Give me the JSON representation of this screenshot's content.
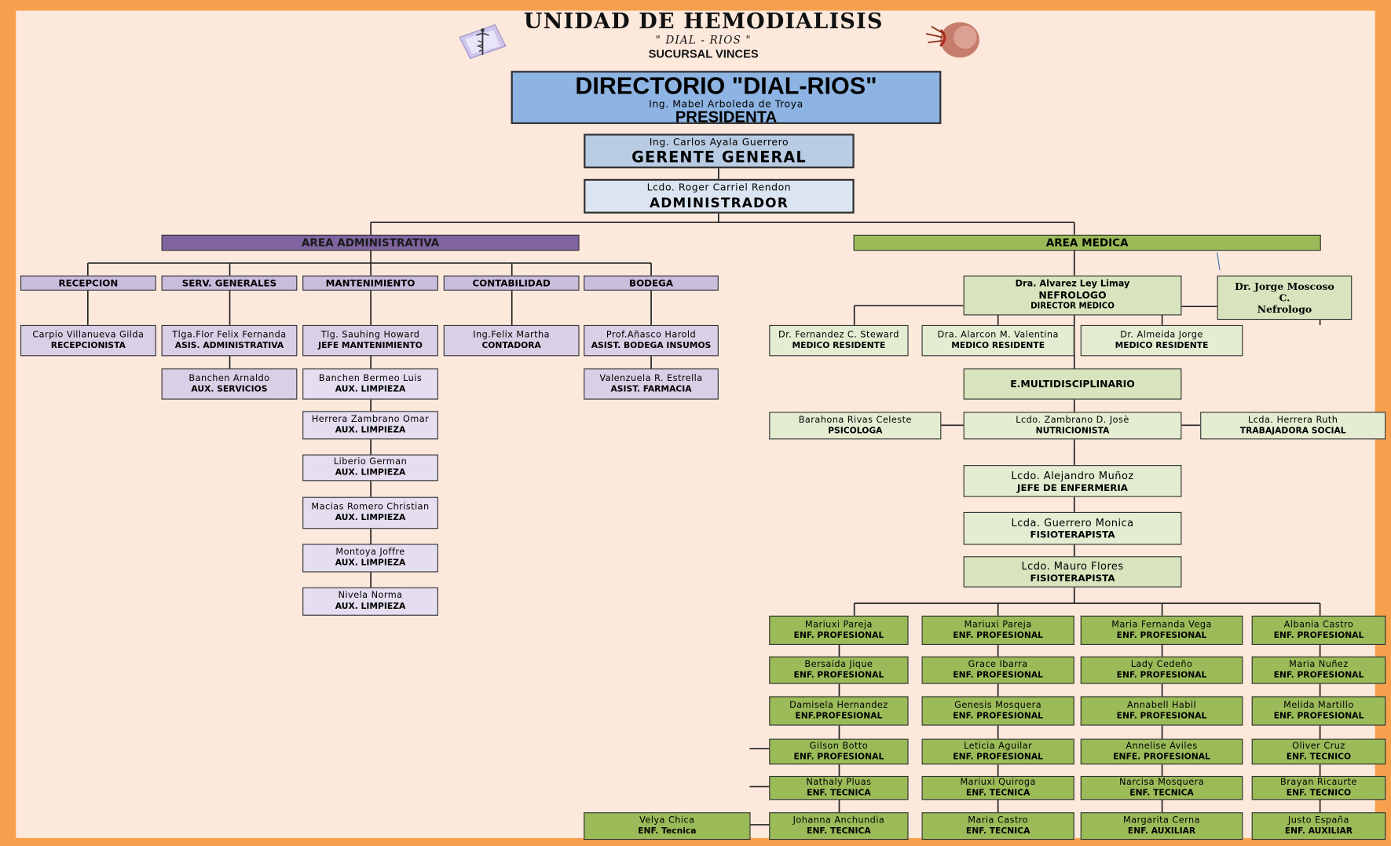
{
  "header": {
    "title": "UNIDAD DE HEMODIALISIS",
    "subtitle": "\" DIAL - RIOS \"",
    "branch": "SUCURSAL VINCES"
  },
  "directorio": {
    "title": "DIRECTORIO \"DIAL-RIOS\"",
    "name": "Ing. Mabel Arboleda de Troya",
    "role": "PRESIDENTA"
  },
  "gerente": {
    "name": "Ing. Carlos Ayala Guerrero",
    "role": "GERENTE GENERAL"
  },
  "administrador": {
    "name": "Lcdo. Roger Carriel Rendon",
    "role": "ADMINISTRADOR"
  },
  "area_admin": {
    "title": "AREA ADMINISTRATIVA",
    "departments": [
      "RECEPCION",
      "SERV. GENERALES",
      "MANTENIMIENTO",
      "CONTABILIDAD",
      "BODEGA"
    ],
    "staff": [
      {
        "name": "Carpio Villanueva Gilda",
        "role": "RECEPCIONISTA"
      },
      {
        "name": "Tlga.Flor Felix Fernanda",
        "role": "ASIS. ADMINISTRATIVA"
      },
      {
        "name": "Tlg. Sauhing Howard",
        "role": "JEFE MANTENIMIENTO"
      },
      {
        "name": "Ing.Felix Martha",
        "role": "CONTADORA"
      },
      {
        "name": "Prof.Añasco Harold",
        "role": "ASIST. BODEGA INSUMOS"
      },
      {
        "name": "Banchen Arnaldo",
        "role": "AUX. SERVICIOS"
      },
      {
        "name": "Banchen Bermeo Luis",
        "role": "AUX. LIMPIEZA"
      },
      {
        "name": "Valenzuela R. Estrella",
        "role": "ASIST. FARMACIA"
      },
      {
        "name": "Herrera Zambrano  Omar",
        "role": "AUX. LIMPIEZA"
      },
      {
        "name": "Liberio German",
        "role": "AUX. LIMPIEZA"
      },
      {
        "name": "Macias Romero Christian",
        "role": "AUX. LIMPIEZA"
      },
      {
        "name": "Montoya Joffre",
        "role": "AUX. LIMPIEZA"
      },
      {
        "name": "Nivela Norma",
        "role": "AUX. LIMPIEZA"
      }
    ]
  },
  "area_medica": {
    "title": "AREA MEDICA",
    "director": {
      "name": "Dra. Alvarez Ley Limay",
      "role": "NEFROLOGO",
      "role2": "DIRECTOR MEDICO"
    },
    "moscoso": {
      "l1": "Dr. Jorge Moscoso",
      "l2": "C.",
      "l3": "Nefrologo"
    },
    "residents": [
      {
        "name": "Dr. Fernandez C. Steward",
        "role": "MEDICO RESIDENTE"
      },
      {
        "name": "Dra. Alarcon M. Valentina",
        "role": "MEDICO RESIDENTE"
      },
      {
        "name": "Dr. Almeida Jorge",
        "role": "MEDICO RESIDENTE"
      }
    ],
    "multi": "E.MULTIDISCIPLINARIO",
    "specialists": [
      {
        "name": "Barahona Rivas Celeste",
        "role": "PSICOLOGA"
      },
      {
        "name": "Lcdo. Zambrano D. Josè",
        "role": "NUTRICIONISTA"
      },
      {
        "name": "Lcda.  Herrera Ruth",
        "role": "TRABAJADORA SOCIAL"
      }
    ],
    "chain": [
      {
        "name": "Lcdo. Alejandro Muñoz",
        "role": "JEFE DE ENFERMERIA"
      },
      {
        "name": "Lcda. Guerrero Monica",
        "role": "FISIOTERAPISTA"
      },
      {
        "name": "Lcdo. Mauro Flores",
        "role": "FISIOTERAPISTA"
      }
    ],
    "nurses": [
      [
        {
          "name": "Mariuxi Pareja",
          "role": "ENF. PROFESIONAL"
        },
        {
          "name": "Bersaida Jique",
          "role": "ENF. PROFESIONAL"
        },
        {
          "name": "Damisela Hernandez",
          "role": "ENF.PROFESIONAL"
        },
        {
          "name": "Gilson Botto",
          "role": "ENF. PROFESIONAL"
        },
        {
          "name": "Nathaly Pluas",
          "role": "ENF. TECNICA"
        },
        {
          "name": "Johanna Anchundia",
          "role": "ENF. TECNICA"
        }
      ],
      [
        {
          "name": "Mariuxi Pareja",
          "role": "ENF. PROFESIONAL"
        },
        {
          "name": "Grace Ibarra",
          "role": "ENF. PROFESIONAL"
        },
        {
          "name": "Genesis Mosquera",
          "role": "ENF. PROFESIONAL"
        },
        {
          "name": "Leticia Aguilar",
          "role": "ENF. PROFESIONAL"
        },
        {
          "name": "Mariuxi Quiroga",
          "role": "ENF. TECNICA"
        },
        {
          "name": "Maria Castro",
          "role": "ENF. TECNICA"
        }
      ],
      [
        {
          "name": "Maria Fernanda Vega",
          "role": "ENF. PROFESIONAL"
        },
        {
          "name": "Lady Cedeño",
          "role": "ENF. PROFESIONAL"
        },
        {
          "name": "Annabell Habil",
          "role": "ENF. PROFESIONAL"
        },
        {
          "name": "Annelise Aviles",
          "role": "ENFE. PROFESIONAL"
        },
        {
          "name": "Narcisa Mosquera",
          "role": "ENF. TECNICA"
        },
        {
          "name": "Margarita Cerna",
          "role": "ENF. AUXILIAR"
        }
      ],
      [
        {
          "name": "Albania Castro",
          "role": "ENF. PROFESIONAL"
        },
        {
          "name": "Maria Nuñez",
          "role": "ENF. PROFESIONAL"
        },
        {
          "name": "Melida Martillo",
          "role": "ENF. PROFESIONAL"
        },
        {
          "name": "Oliver Cruz",
          "role": "ENF. TECNICO"
        },
        {
          "name": "Brayan Ricaurte",
          "role": "ENF. TECNICO"
        },
        {
          "name": "Justo España",
          "role": "ENF. AUXILIAR"
        }
      ]
    ],
    "velya": {
      "name": "Velya Chica",
      "role": "ENF. Tecnica"
    }
  }
}
